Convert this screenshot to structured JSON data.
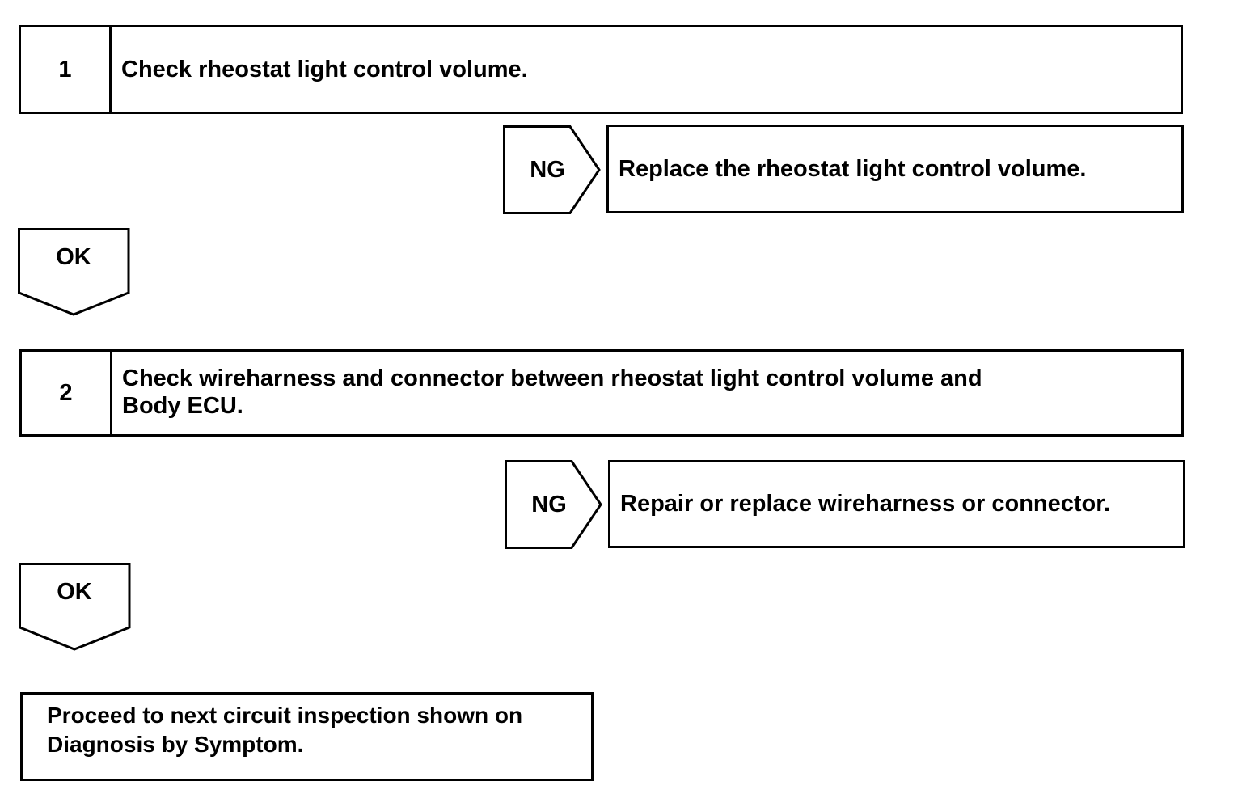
{
  "steps": [
    {
      "number": "1",
      "text": "Check rheostat light control volume.",
      "ng_label": "NG",
      "ng_action": "Replace the rheostat light control volume.",
      "ok_label": "OK"
    },
    {
      "number": "2",
      "text_line1": "Check wireharness and connector between rheostat light control volume and",
      "text_line2": "Body ECU.",
      "ng_label": "NG",
      "ng_action": "Repair or replace wireharness or connector.",
      "ok_label": "OK"
    }
  ],
  "final": {
    "line1": "Proceed to next circuit inspection shown on",
    "line2": "Diagnosis by Symptom."
  }
}
